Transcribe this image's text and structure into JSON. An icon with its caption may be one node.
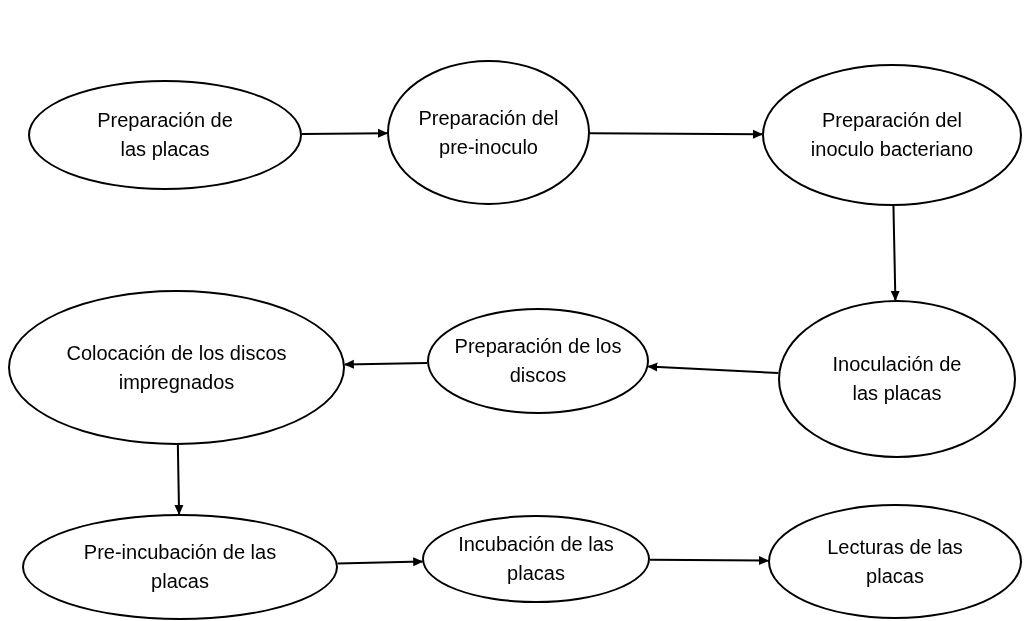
{
  "diagram": {
    "nodes": [
      {
        "text": [
          "Preparación de las placas"
        ]
      },
      {
        "text": [
          "Preparación del pre-inoculo"
        ]
      },
      {
        "text": [
          "Preparación del inoculo bacteriano"
        ]
      },
      {
        "text": [
          "Inoculación de las placas"
        ]
      },
      {
        "text": [
          "Preparación de los discos"
        ]
      },
      {
        "text": [
          "Colocación de los discos impregnados"
        ]
      },
      {
        "text": [
          "Pre-incubación de las placas"
        ]
      },
      {
        "text": [
          "Incubación de las placas"
        ]
      },
      {
        "text": [
          "Lecturas de las placas"
        ]
      }
    ],
    "edges": [
      {
        "from": 0,
        "to": 1,
        "arrow": "to"
      },
      {
        "from": 1,
        "to": 2,
        "arrow": "to"
      },
      {
        "from": 2,
        "to": 3,
        "arrow": "to"
      },
      {
        "from": 3,
        "to": 4,
        "arrow": "to"
      },
      {
        "from": 4,
        "to": 5,
        "arrow": "to"
      },
      {
        "from": 5,
        "to": 6,
        "arrow": "to"
      },
      {
        "from": 6,
        "to": 7,
        "arrow": "to"
      },
      {
        "from": 7,
        "to": 8,
        "arrow": "to"
      }
    ]
  }
}
